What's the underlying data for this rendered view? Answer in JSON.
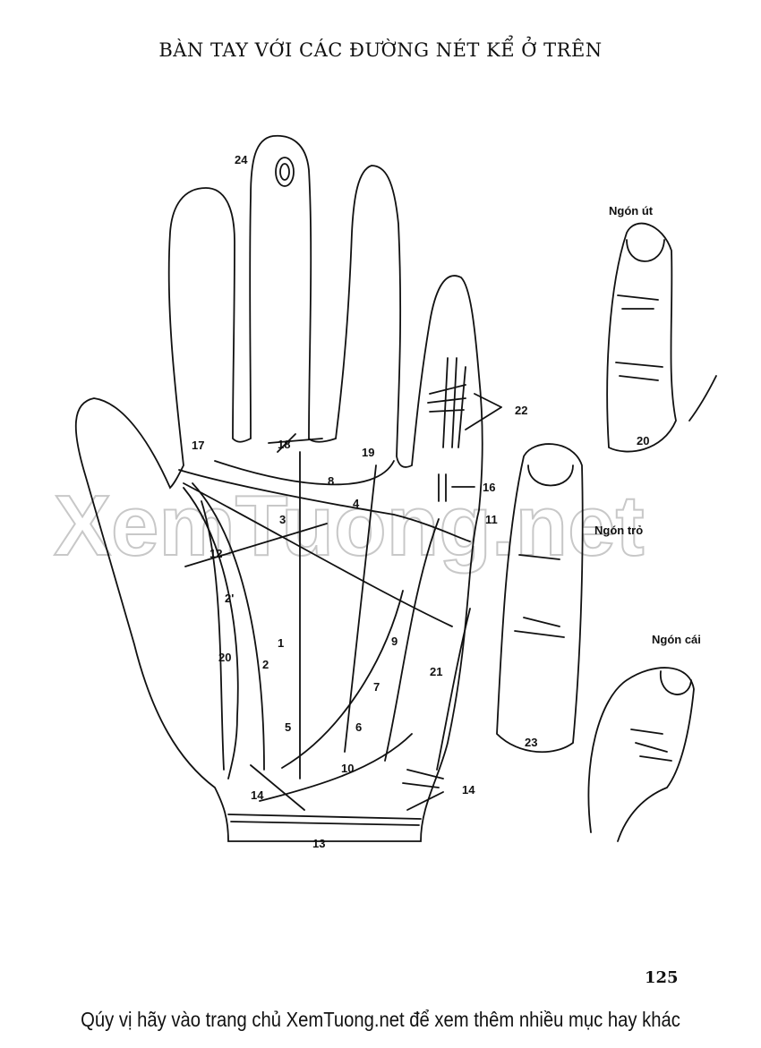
{
  "title": "BÀN TAY VỚI CÁC ĐƯỜNG NÉT KỂ Ở TRÊN",
  "watermark": "XemTuong.net",
  "labels": {
    "l24": "24",
    "l22": "22",
    "l20a": "20",
    "l17": "17",
    "l18": "18",
    "l19": "19",
    "l8": "8",
    "l16": "16",
    "l4": "4",
    "l3": "3",
    "l11": "11",
    "l12": "12",
    "l2p": "2'",
    "l9": "9",
    "l1": "1",
    "l20b": "20",
    "l2": "2",
    "l21": "21",
    "l7": "7",
    "l5": "5",
    "l6": "6",
    "l23": "23",
    "l10": "10",
    "l14a": "14",
    "l14b": "14",
    "l13": "13"
  },
  "finger_labels": {
    "little": "Ngón út",
    "index": "Ngón trỏ",
    "thumb": "Ngón cái"
  },
  "page_number": "125",
  "footer": {
    "prefix": "Qúy vị hãy vào trang chủ ",
    "link": "XemTuong.net",
    "suffix": " để xem thêm nhiều mục hay khác"
  }
}
